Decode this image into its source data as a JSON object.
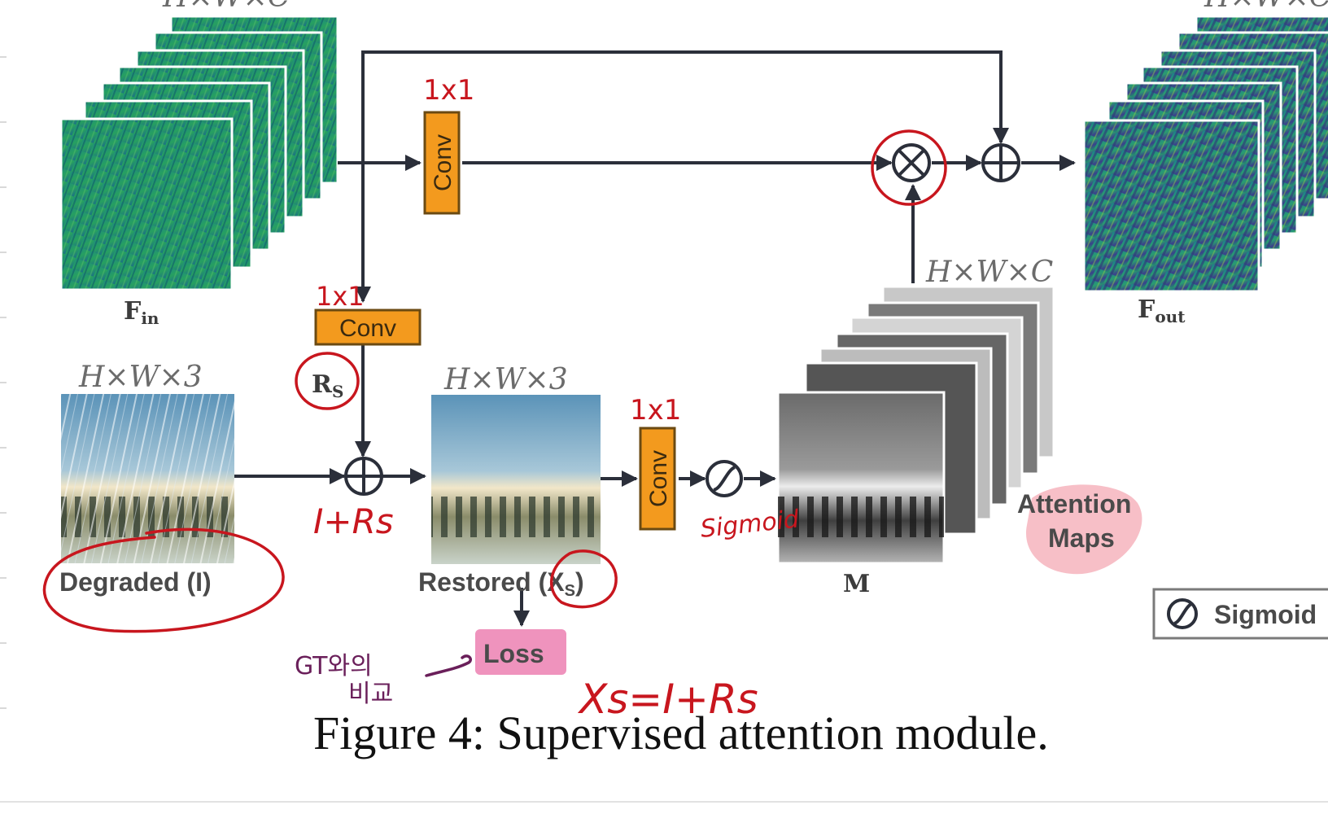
{
  "figure": {
    "caption": "Figure 4: Supervised attention module.",
    "top_left_dim": "H×W×C",
    "top_right_dim": "H×W×C",
    "labels": {
      "f_in": "F",
      "f_in_sub": "in",
      "f_out": "F",
      "f_out_sub": "out",
      "rs": "R",
      "rs_sub": "S",
      "m": "M",
      "degraded": "Degraded (I)",
      "restored": "Restored (X",
      "restored_sub": "S",
      "restored_close": ")",
      "attention_line1": "Attention",
      "attention_line2": "Maps",
      "loss": "Loss",
      "conv_top": "Conv",
      "conv_mid": "Conv",
      "conv_right": "Conv",
      "dim_degraded": "H×W×3",
      "dim_restored": "H×W×3",
      "dim_attention": "H×W×C",
      "legend_sigmoid": "Sigmoid"
    }
  },
  "annotations": {
    "conv_top_size": "1x1",
    "conv_mid_size": "1x1",
    "conv_right_size": "1x1",
    "sum_note": "I+Rs",
    "sigmoid_note": "Sigmoid",
    "equation_note": "Xs=I+Rs",
    "gt_note_line1": "GT와의",
    "gt_note_line2": "비교"
  },
  "colors": {
    "conv": "#f39a1e",
    "loss": "#ef93bd",
    "annotation_red": "#c8161e",
    "annotation_purple": "#6a1f5a",
    "attention_highlight": "#f4a9b4"
  }
}
